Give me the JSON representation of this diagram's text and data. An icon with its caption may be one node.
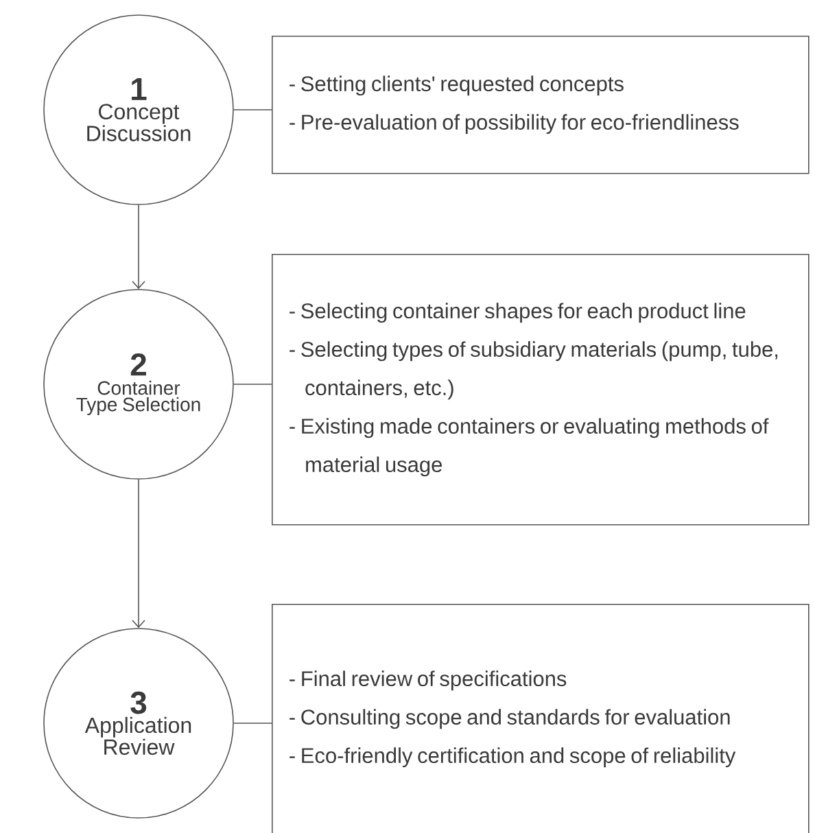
{
  "diagram": {
    "nodes": [
      {
        "text": [
          "1",
          "Concept Discussion"
        ]
      },
      {
        "text": [
          "- Setting clients' requested concepts",
          "- Pre-evaluation of possibility for eco-friendliness"
        ]
      },
      {
        "text": [
          "2",
          "Container Type Selection"
        ]
      },
      {
        "text": [
          "- Selecting container shapes for each product line",
          "- Selecting types of subsidiary materials (pump, tube, containers, etc.)",
          "- Existing made containers or evaluating methods of material usage"
        ]
      },
      {
        "text": [
          "3",
          "Application Review"
        ]
      },
      {
        "text": [
          "- Final review of specifications",
          "- Consulting scope and standards for evaluation",
          "- Eco-friendly certification and scope of reliability"
        ]
      }
    ],
    "edges": [
      {
        "from": 0,
        "to": 1,
        "arrow": "none"
      },
      {
        "from": 0,
        "to": 2,
        "arrow": "to"
      },
      {
        "from": 2,
        "to": 3,
        "arrow": "none"
      },
      {
        "from": 2,
        "to": 4,
        "arrow": "to"
      },
      {
        "from": 4,
        "to": 5,
        "arrow": "none"
      }
    ]
  }
}
